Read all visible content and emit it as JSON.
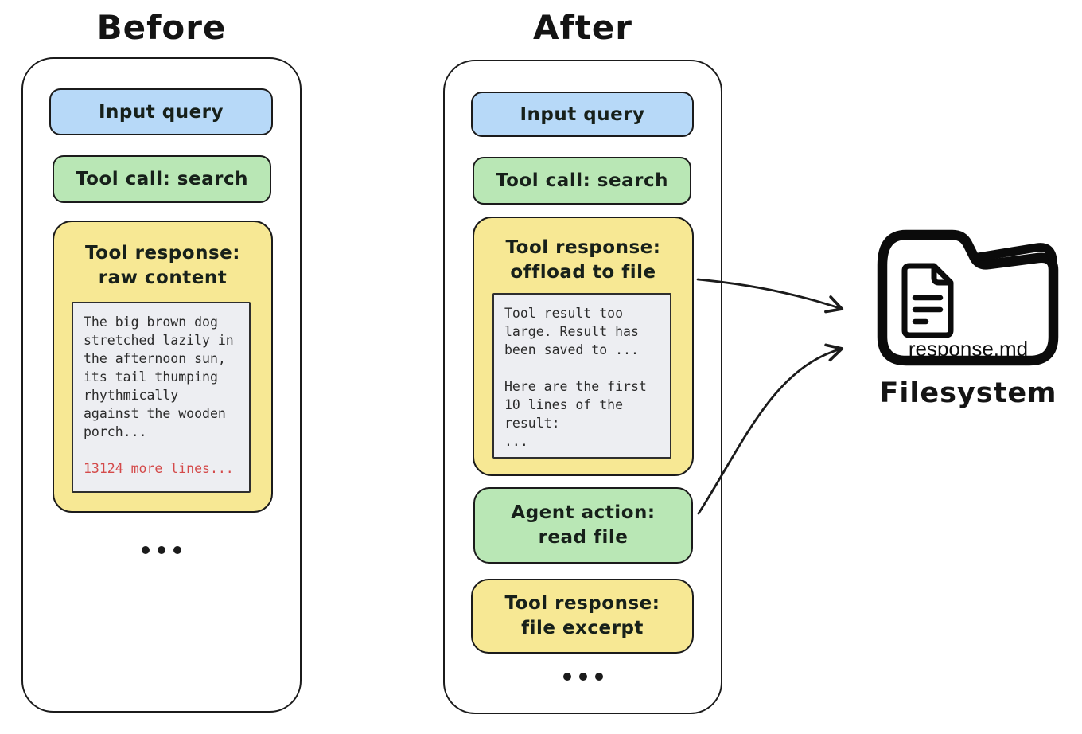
{
  "before": {
    "title": "Before",
    "boxes": {
      "input_query": "Input query",
      "tool_call": "Tool call: search",
      "tool_response": {
        "line1": "Tool response:",
        "line2": "raw content"
      }
    },
    "raw_content_lines": [
      "The big brown dog",
      "stretched lazily in",
      "the afternoon sun,",
      "its tail thumping",
      "rhythmically",
      "against the wooden",
      "porch...",
      ""
    ],
    "truncation_note": "13124 more lines..."
  },
  "after": {
    "title": "After",
    "boxes": {
      "input_query": "Input query",
      "tool_call": "Tool call: search",
      "tool_response_offload": {
        "line1": "Tool response:",
        "line2": "offload to file"
      },
      "agent_action": {
        "line1": "Agent action:",
        "line2": "read file"
      },
      "tool_response_excerpt": {
        "line1": "Tool response:",
        "line2": "file excerpt"
      }
    },
    "offload_message_lines": [
      "Tool result too",
      "large. Result has",
      "been saved to ...",
      "",
      "Here are the first",
      "10 lines of the",
      "result:",
      "..."
    ]
  },
  "filesystem": {
    "file_name": "response.md",
    "label": "Filesystem"
  },
  "colors": {
    "input_query_fill": "#b7d9f8",
    "tool_call_fill": "#b9e7b5",
    "tool_response_fill": "#f7e894",
    "code_box_fill": "#edeef2",
    "truncation_text": "#d44a4a",
    "outline": "#1b1b1b"
  }
}
